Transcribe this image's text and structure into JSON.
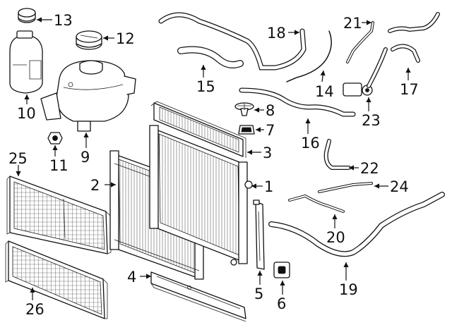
{
  "diagram": {
    "callouts": [
      {
        "id": "1",
        "label": "1"
      },
      {
        "id": "2",
        "label": "2"
      },
      {
        "id": "3",
        "label": "3"
      },
      {
        "id": "4",
        "label": "4"
      },
      {
        "id": "5",
        "label": "5"
      },
      {
        "id": "6",
        "label": "6"
      },
      {
        "id": "7",
        "label": "7"
      },
      {
        "id": "8",
        "label": "8"
      },
      {
        "id": "9",
        "label": "9"
      },
      {
        "id": "10",
        "label": "10"
      },
      {
        "id": "11",
        "label": "11"
      },
      {
        "id": "12",
        "label": "12"
      },
      {
        "id": "13",
        "label": "13"
      },
      {
        "id": "14",
        "label": "14"
      },
      {
        "id": "15",
        "label": "15"
      },
      {
        "id": "16",
        "label": "16"
      },
      {
        "id": "17",
        "label": "17"
      },
      {
        "id": "18",
        "label": "18"
      },
      {
        "id": "19",
        "label": "19"
      },
      {
        "id": "20",
        "label": "20"
      },
      {
        "id": "21",
        "label": "21"
      },
      {
        "id": "22",
        "label": "22"
      },
      {
        "id": "23",
        "label": "23"
      },
      {
        "id": "24",
        "label": "24"
      },
      {
        "id": "25",
        "label": "25"
      },
      {
        "id": "26",
        "label": "26"
      }
    ]
  },
  "colors": {
    "ink": "#111111",
    "background": "#ffffff"
  }
}
